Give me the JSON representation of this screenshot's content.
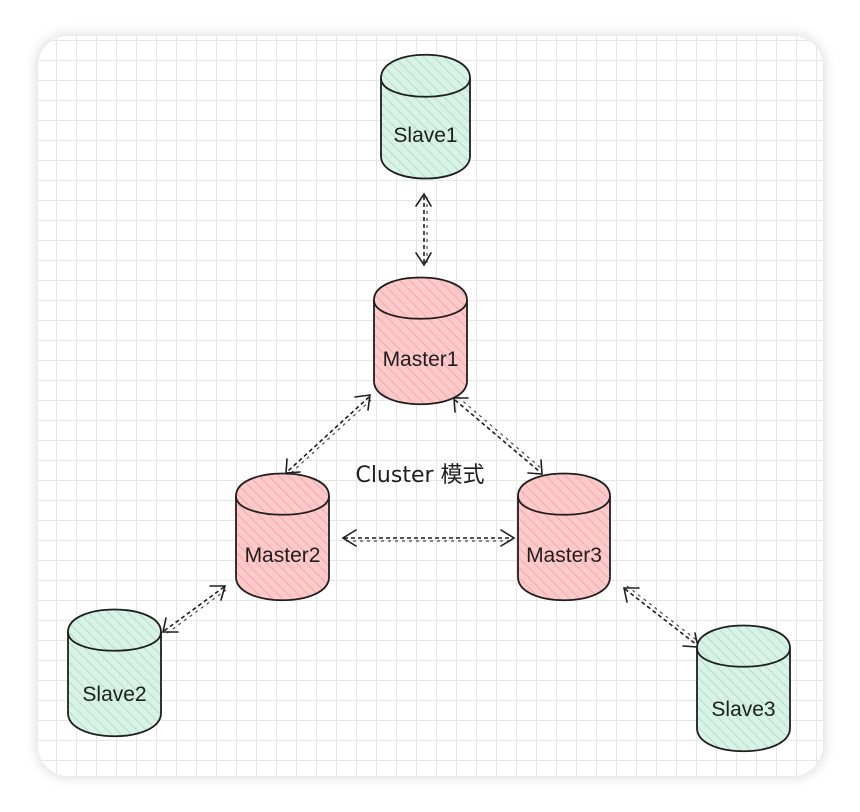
{
  "diagram": {
    "title": "Cluster 模式",
    "nodes": [
      {
        "id": "slave1",
        "label": "Slave1",
        "role": "slave"
      },
      {
        "id": "master1",
        "label": "Master1",
        "role": "master"
      },
      {
        "id": "master2",
        "label": "Master2",
        "role": "master"
      },
      {
        "id": "master3",
        "label": "Master3",
        "role": "master"
      },
      {
        "id": "slave2",
        "label": "Slave2",
        "role": "slave"
      },
      {
        "id": "slave3",
        "label": "Slave3",
        "role": "slave"
      }
    ],
    "edges": [
      {
        "from": "slave1",
        "to": "master1",
        "style": "dashed",
        "arrows": "both"
      },
      {
        "from": "master1",
        "to": "master2",
        "style": "dashed",
        "arrows": "both"
      },
      {
        "from": "master1",
        "to": "master3",
        "style": "dashed",
        "arrows": "both"
      },
      {
        "from": "master2",
        "to": "master3",
        "style": "dashed",
        "arrows": "both"
      },
      {
        "from": "master2",
        "to": "slave2",
        "style": "dashed",
        "arrows": "both"
      },
      {
        "from": "master3",
        "to": "slave3",
        "style": "dashed",
        "arrows": "both"
      }
    ],
    "colors": {
      "master_fill": "#ffc9c9",
      "master_hatch": "#e8a5a5",
      "slave_fill": "#d8f2e6",
      "slave_hatch": "#a8d8c0",
      "stroke": "#1e1e1e",
      "grid": "#e6e6e6"
    }
  }
}
